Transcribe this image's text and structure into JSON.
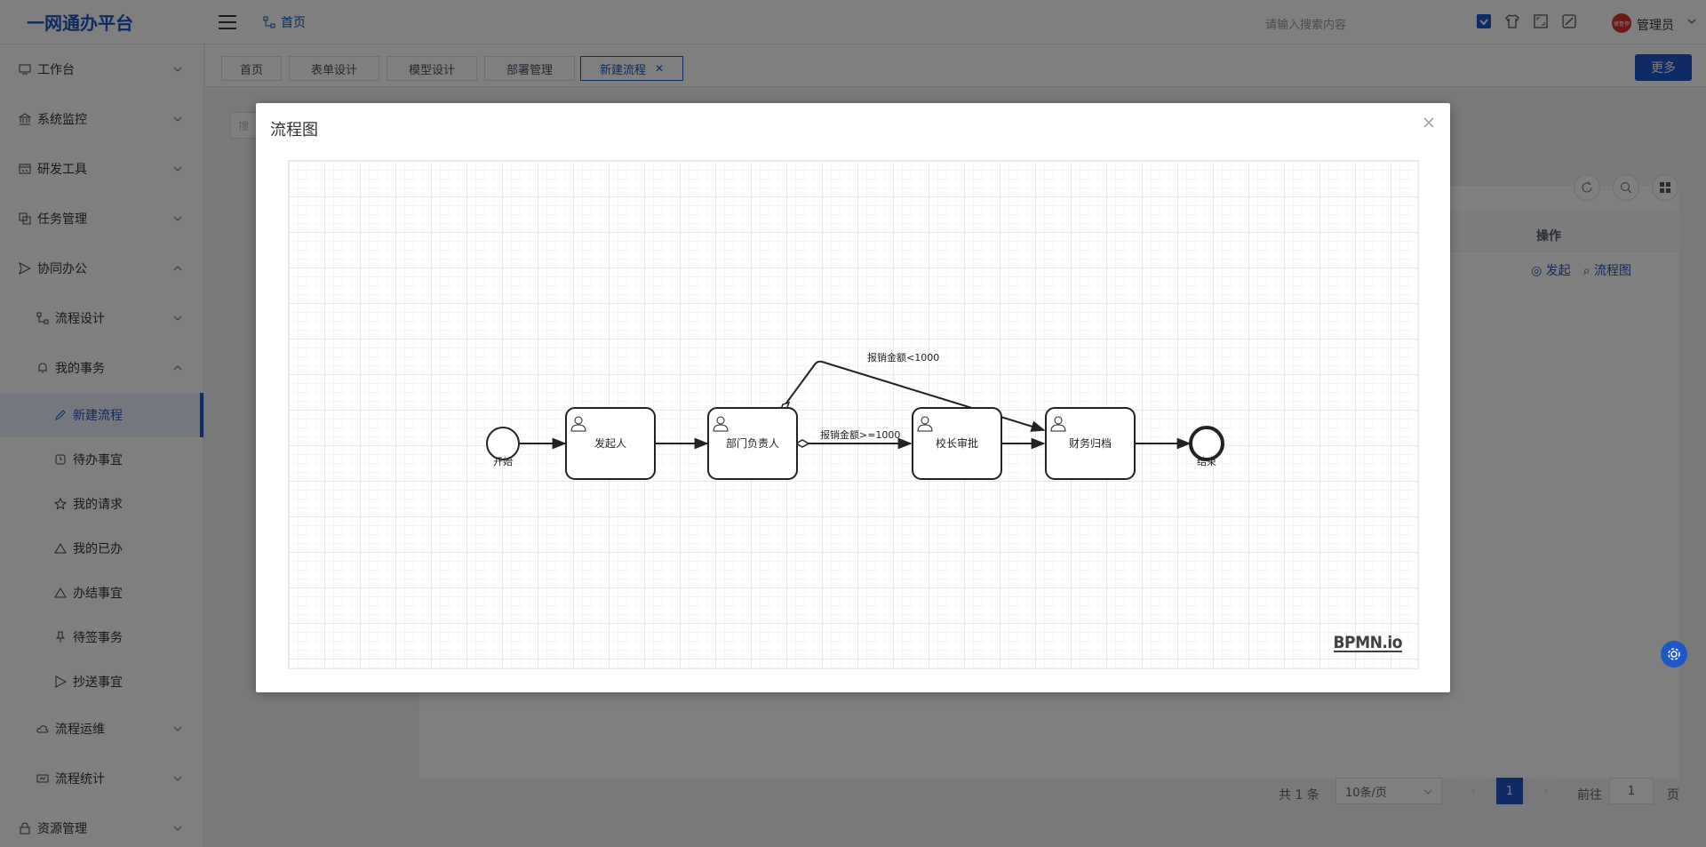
{
  "header": {
    "brand": "一网通办平台",
    "breadcrumb": "首页",
    "search_placeholder": "请输入搜索内容",
    "avatar_text": "德鲁伊",
    "user_name": "管理员"
  },
  "sidebar": {
    "items": [
      {
        "label": "工作台",
        "icon": "monitor-icon"
      },
      {
        "label": "系统监控",
        "icon": "bank-icon"
      },
      {
        "label": "研发工具",
        "icon": "calendar-icon"
      },
      {
        "label": "任务管理",
        "icon": "copy-icon"
      },
      {
        "label": "协同办公",
        "icon": "send-icon"
      },
      {
        "label": "流程设计",
        "icon": "flow-icon"
      },
      {
        "label": "我的事务",
        "icon": "bell-icon"
      },
      {
        "label": "新建流程",
        "icon": "edit-icon"
      },
      {
        "label": "待办事宜",
        "icon": "clock-icon"
      },
      {
        "label": "我的请求",
        "icon": "star-icon"
      },
      {
        "label": "我的已办",
        "icon": "triangle-icon"
      },
      {
        "label": "办结事宜",
        "icon": "triangle-icon"
      },
      {
        "label": "待签事务",
        "icon": "pin-icon"
      },
      {
        "label": "抄送事宜",
        "icon": "send-icon"
      },
      {
        "label": "流程运维",
        "icon": "cloud-icon"
      },
      {
        "label": "流程统计",
        "icon": "stats-icon"
      },
      {
        "label": "资源管理",
        "icon": "lock-icon"
      }
    ]
  },
  "tags": {
    "items": [
      "首页",
      "表单设计",
      "模型设计",
      "部署管理",
      "新建流程"
    ],
    "more": "更多"
  },
  "content": {
    "search_partial": "搜",
    "op_column": "操作",
    "action_start": "发起",
    "action_diagram": "流程图"
  },
  "pager": {
    "total": "共 1 条",
    "page_size": "10条/页",
    "current": "1",
    "goto": "前往",
    "goto_value": "1",
    "unit": "页"
  },
  "dialog": {
    "title": "流程图",
    "logo": "BPMN.io",
    "nodes": {
      "start": "开始",
      "initiator": "发起人",
      "dept_head": "部门负责人",
      "principal": "校长审批",
      "finance": "财务归档",
      "end": "结束"
    },
    "flows": {
      "over": "报销金额>=1000",
      "under": "报销金额<1000"
    }
  }
}
